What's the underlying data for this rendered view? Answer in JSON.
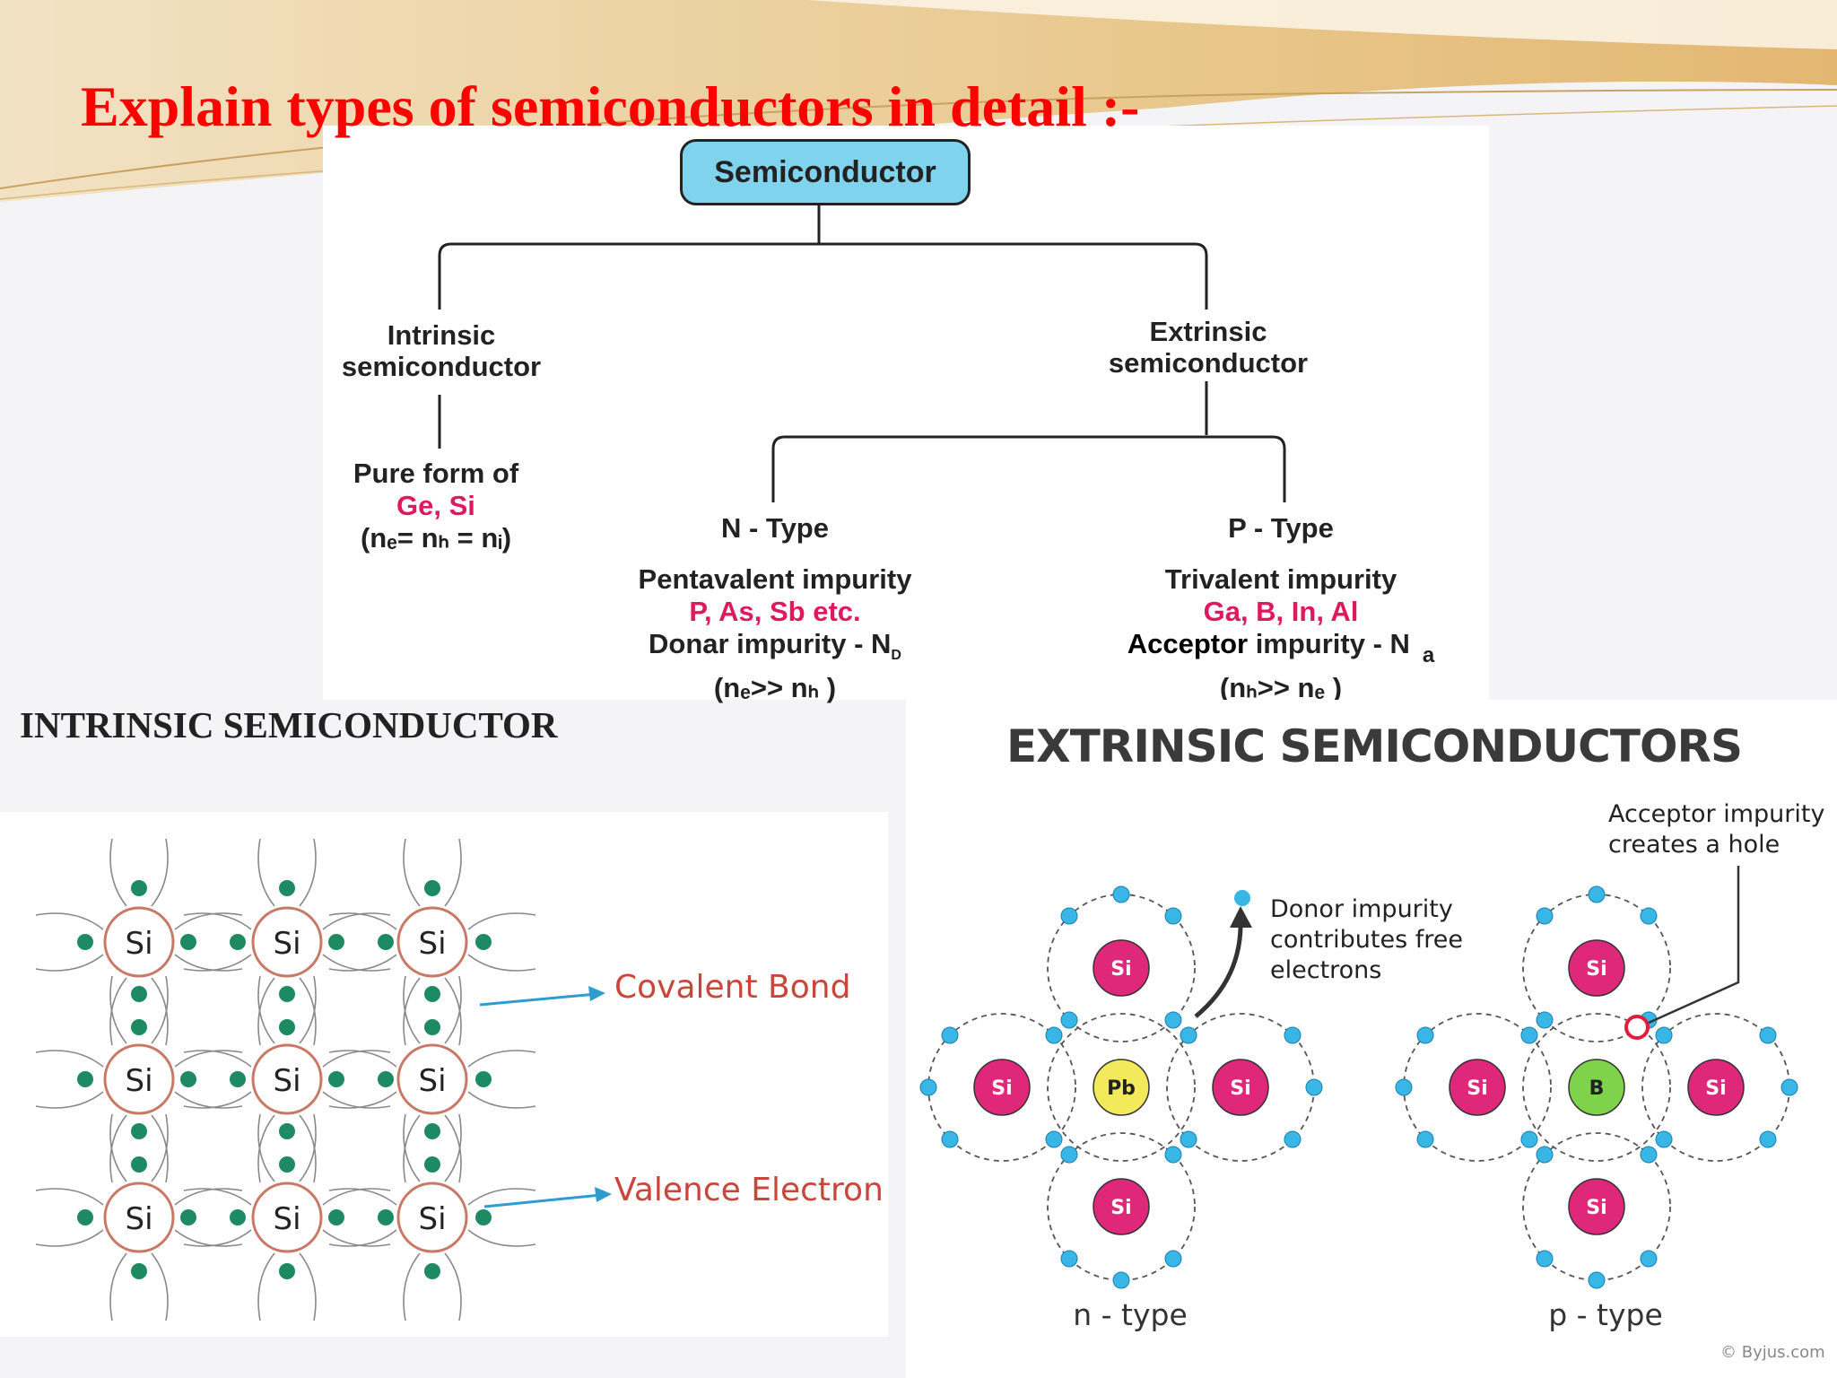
{
  "slide": {
    "title": "Explain types of semiconductors in detail :-",
    "intrinsic_heading": "INTRINSIC SEMICONDUCTOR",
    "extrinsic_heading": "EXTRINSIC SEMICONDUCTORS",
    "copyright": "© Byjus.com"
  },
  "tree": {
    "root": "Semiconductor",
    "intrinsic": {
      "line1": "Intrinsic",
      "line2": "semiconductor",
      "desc1": "Pure form of",
      "desc2": "Ge, Si",
      "relation": "(nₑ= nₕ = nᵢ)"
    },
    "extrinsic": {
      "line1": "Extrinsic",
      "line2": "semiconductor"
    },
    "ntype": {
      "title": "N - Type",
      "line1": "Pentavalent impurity",
      "line2": "P, As, Sb etc.",
      "line3": "Donar impurity - N",
      "line3_sub": "D",
      "relation": "(nₑ>> nₕ )"
    },
    "ptype": {
      "title": "P - Type",
      "line1": "Trivalent impurity",
      "line2": "Ga, B, In, Al",
      "line3_bold": "Acceptor",
      "line3_rest": " impurity - N",
      "line3_sub": "a",
      "relation": "(nₕ>> nₑ )"
    }
  },
  "intrinsic_lattice": {
    "atom_label": "Si",
    "covalent_bond": "Covalent Bond",
    "valence_electron": "Valence Electron",
    "colors": {
      "electron": "#1e8a64",
      "atom_ring": "#c87864",
      "arrow": "#2e9ccf",
      "label": "#c8463a"
    }
  },
  "extrinsic_diagram": {
    "n_type": {
      "center": "Pb",
      "neighbor": "Si",
      "label": "n - type"
    },
    "p_type": {
      "center": "B",
      "neighbor": "Si",
      "label": "p - type"
    },
    "donor_note": [
      "Donor impurity",
      "contributes free",
      "electrons"
    ],
    "acceptor_note": [
      "Acceptor impurity",
      "creates a hole"
    ],
    "colors": {
      "si": "#e0287a",
      "pb": "#f2ea5a",
      "b": "#7fd34a",
      "electron": "#38b6e6",
      "hole": "#e01e3c"
    }
  }
}
